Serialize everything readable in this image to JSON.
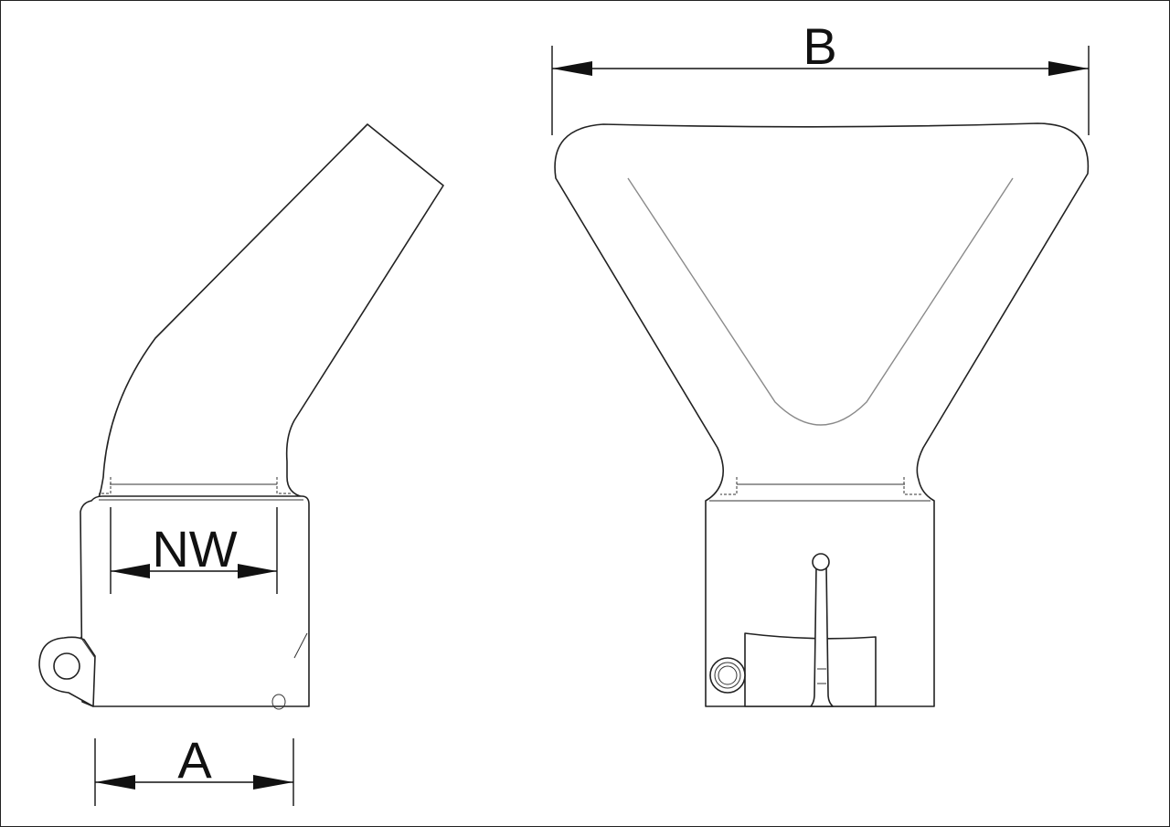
{
  "dimensions": {
    "a_label": "A",
    "b_label": "B",
    "nw_label": "NW"
  },
  "colors": {
    "line": "#222222",
    "inner_line": "#8a8a8a",
    "background": "#ffffff"
  }
}
